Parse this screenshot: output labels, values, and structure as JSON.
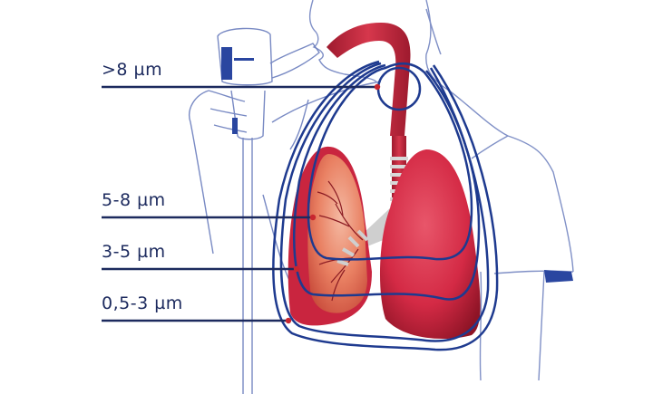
{
  "diagram": {
    "subject": "Aerosol particle deposition in the respiratory tract",
    "colors": {
      "outline": "#1e3a8f",
      "sketch": "#5b6fb0",
      "leader_line": "#1c2a5e",
      "marker_dot": "#c8262f",
      "lung": "#d42a45",
      "airway": "#c0283c"
    },
    "labels": [
      {
        "id": "gt8",
        "text": ">8 µm",
        "region": "upper airway / throat"
      },
      {
        "id": "5to8",
        "text": "5-8 µm",
        "region": "bronchi"
      },
      {
        "id": "3to5",
        "text": "3-5 µm",
        "region": "bronchioles"
      },
      {
        "id": "05to3",
        "text": "0,5-3 µm",
        "region": "alveoli"
      }
    ],
    "elements": [
      "inhaler",
      "hand",
      "head-profile",
      "trachea",
      "left-lung",
      "right-lung",
      "bronchial-tree",
      "shirt-outline"
    ]
  }
}
